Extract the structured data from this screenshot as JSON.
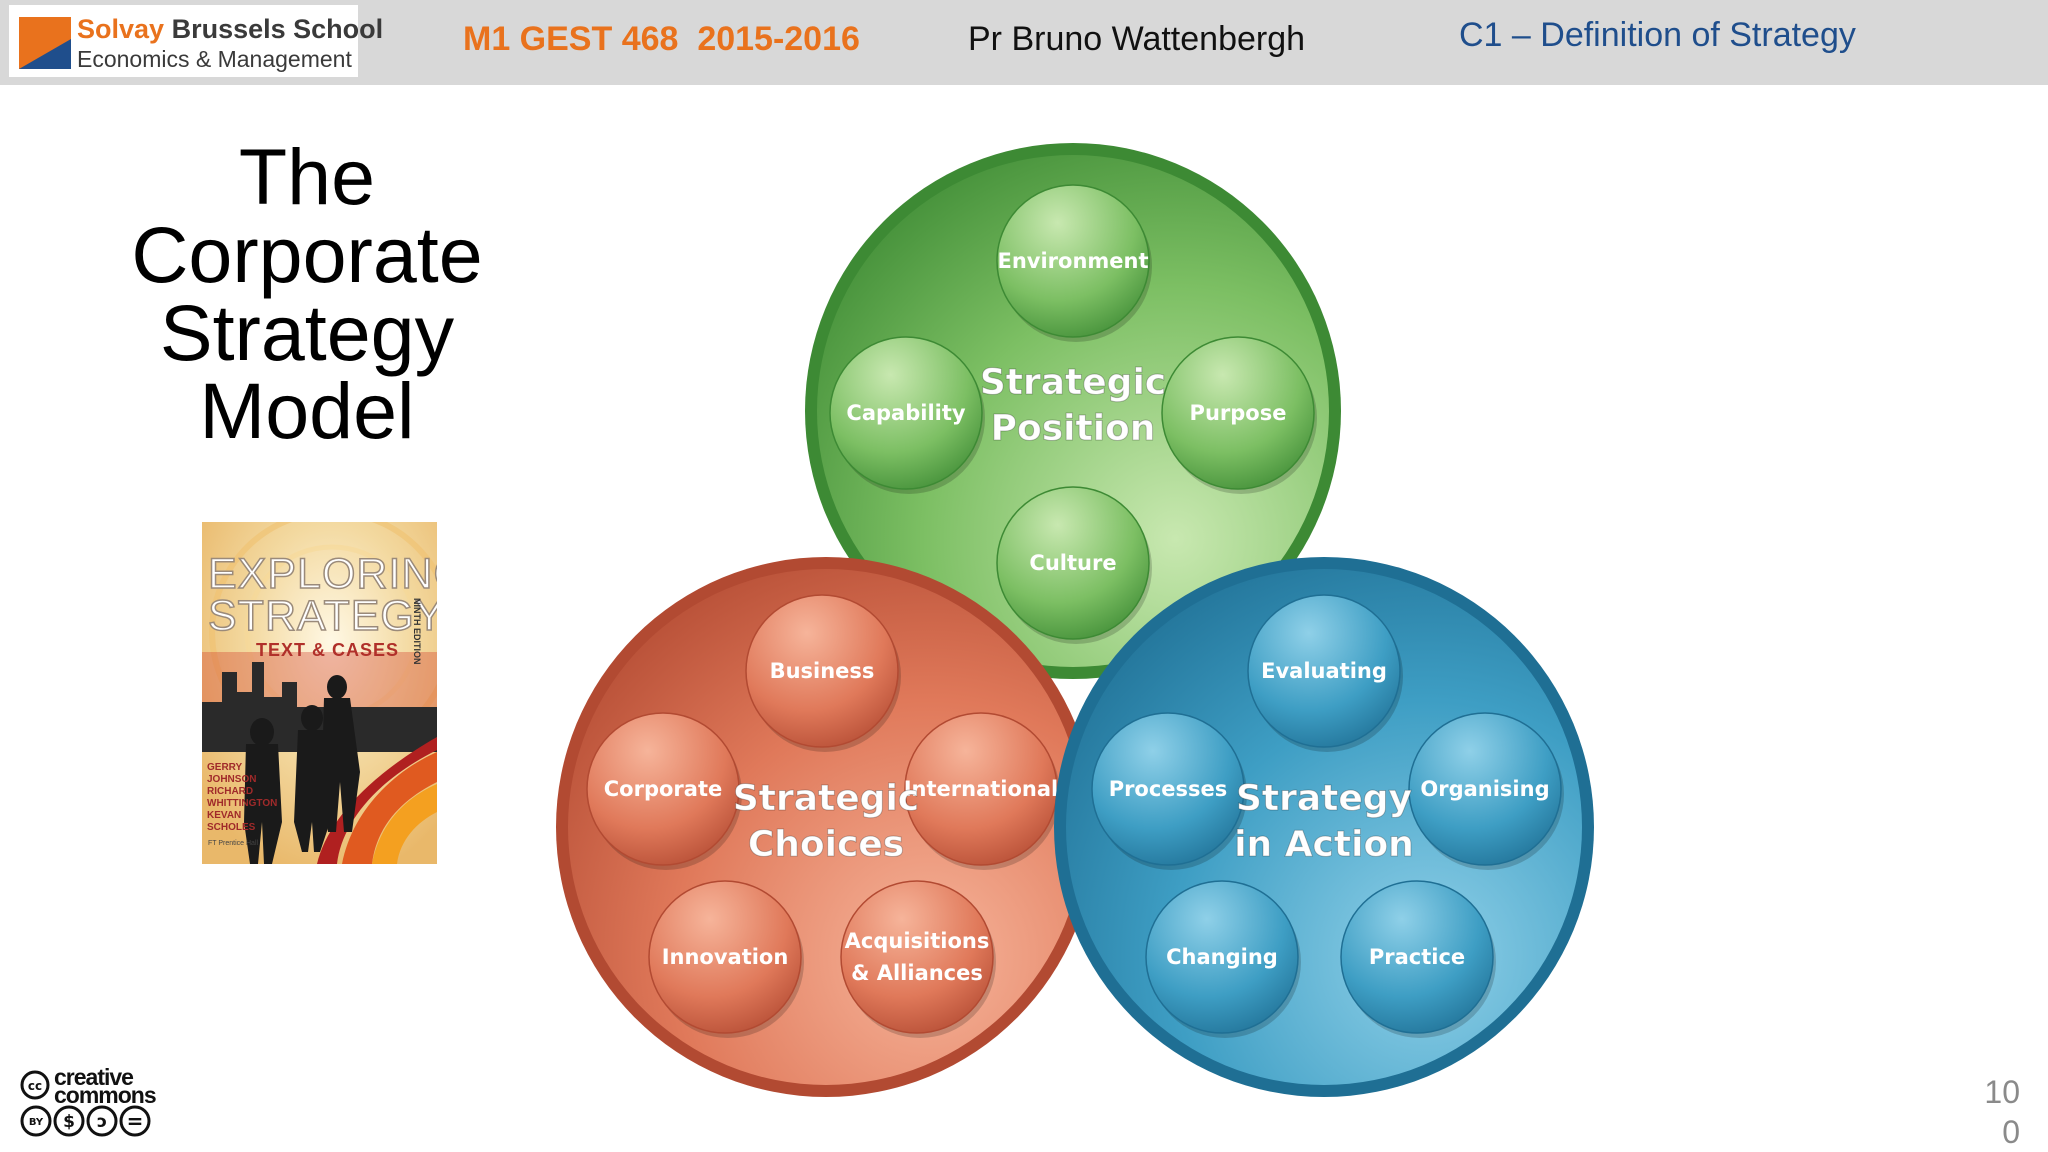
{
  "header": {
    "logo": {
      "line1_brand": "Solvay",
      "line1_rest": " Brussels School",
      "line2": "Economics & Management"
    },
    "course": "M1 GEST 468  2015-2016",
    "professor": "Pr Bruno Wattenbergh",
    "chapter": "C1 – Definition of Strategy"
  },
  "slide": {
    "title_lines": [
      "The",
      "Corporate",
      "Strategy",
      "Model"
    ]
  },
  "book_cover": {
    "title_line1": "EXPLORING",
    "title_line2": "STRATEGY",
    "subtitle": "TEXT & CASES",
    "edition": "NINTH EDITION",
    "authors": [
      "GERRY",
      "JOHNSON",
      "RICHARD",
      "WHITTINGTON",
      "KEVAN",
      "SCHOLES"
    ],
    "publisher": "FT Prentice Hall"
  },
  "diagram": {
    "circles": [
      {
        "name": "strategic-position",
        "center_label_lines": [
          "Strategic",
          "Position"
        ],
        "color_scheme": "green",
        "colors": {
          "light": "#c8e8b0",
          "mid": "#7cbf63",
          "dark": "#3d8a34"
        },
        "items": [
          {
            "label_lines": [
              "Environment"
            ]
          },
          {
            "label_lines": [
              "Capability"
            ]
          },
          {
            "label_lines": [
              "Purpose"
            ]
          },
          {
            "label_lines": [
              "Culture"
            ]
          }
        ]
      },
      {
        "name": "strategic-choices",
        "center_label_lines": [
          "Strategic",
          "Choices"
        ],
        "color_scheme": "orange",
        "colors": {
          "light": "#f6b49a",
          "mid": "#e0795a",
          "dark": "#b24a32"
        },
        "items": [
          {
            "label_lines": [
              "Business"
            ]
          },
          {
            "label_lines": [
              "Corporate"
            ]
          },
          {
            "label_lines": [
              "International"
            ]
          },
          {
            "label_lines": [
              "Innovation"
            ]
          },
          {
            "label_lines": [
              "Acquisitions",
              "& Alliances"
            ]
          }
        ]
      },
      {
        "name": "strategy-in-action",
        "center_label_lines": [
          "Strategy",
          "in Action"
        ],
        "color_scheme": "blue",
        "colors": {
          "light": "#8fd0e8",
          "mid": "#3e9ec4",
          "dark": "#1f6f94"
        },
        "items": [
          {
            "label_lines": [
              "Evaluating"
            ]
          },
          {
            "label_lines": [
              "Processes"
            ]
          },
          {
            "label_lines": [
              "Organising"
            ]
          },
          {
            "label_lines": [
              "Changing"
            ]
          },
          {
            "label_lines": [
              "Practice"
            ]
          }
        ]
      }
    ]
  },
  "footer": {
    "license_line1": "creative",
    "license_line2": "commons",
    "license_badges": [
      "BY",
      "$",
      "ↄ",
      "="
    ],
    "page_number_line1": "10",
    "page_number_line2": "0"
  }
}
